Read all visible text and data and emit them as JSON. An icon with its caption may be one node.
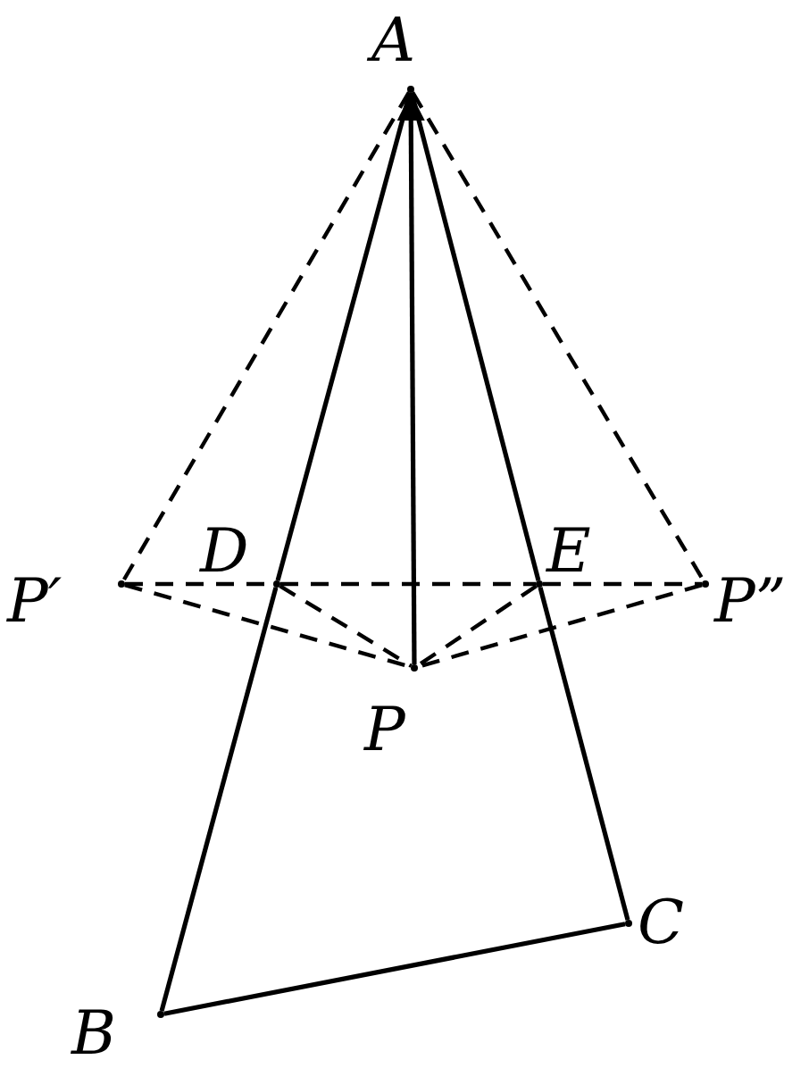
{
  "diagram": {
    "nodes": [
      {
        "text": [],
        "shape": "point",
        "beside": [
          "A"
        ]
      },
      {
        "text": [],
        "shape": "point",
        "beside": [
          "P′"
        ]
      },
      {
        "text": [],
        "shape": "point",
        "beside": [
          "D"
        ]
      },
      {
        "text": [],
        "shape": "point",
        "beside": [
          "E"
        ]
      },
      {
        "text": [],
        "shape": "point",
        "beside": [
          "P”"
        ]
      },
      {
        "text": [],
        "shape": "point",
        "beside": [
          "P"
        ]
      },
      {
        "text": [],
        "shape": "point",
        "beside": [
          "B"
        ]
      },
      {
        "text": [],
        "shape": "point",
        "beside": [
          "C"
        ]
      }
    ],
    "edges": [
      {
        "from": 0,
        "to": 2,
        "arrow": "none"
      },
      {
        "from": 2,
        "to": 6,
        "arrow": "none"
      },
      {
        "from": 0,
        "to": 3,
        "arrow": "none"
      },
      {
        "from": 3,
        "to": 7,
        "arrow": "none"
      },
      {
        "from": 6,
        "to": 7,
        "arrow": "none"
      },
      {
        "from": 5,
        "to": 0,
        "arrow": "to"
      },
      {
        "from": 0,
        "to": 1,
        "arrow": "none",
        "style": "dashed"
      },
      {
        "from": 0,
        "to": 4,
        "arrow": "none",
        "style": "dashed"
      },
      {
        "from": 1,
        "to": 2,
        "arrow": "none",
        "style": "dashed"
      },
      {
        "from": 2,
        "to": 3,
        "arrow": "none",
        "style": "dashed"
      },
      {
        "from": 3,
        "to": 4,
        "arrow": "none",
        "style": "dashed"
      },
      {
        "from": 1,
        "to": 5,
        "arrow": "none",
        "style": "dashed"
      },
      {
        "from": 2,
        "to": 5,
        "arrow": "none",
        "style": "dashed"
      },
      {
        "from": 3,
        "to": 5,
        "arrow": "none",
        "style": "dashed"
      },
      {
        "from": 4,
        "to": 5,
        "arrow": "none",
        "style": "dashed"
      }
    ]
  }
}
